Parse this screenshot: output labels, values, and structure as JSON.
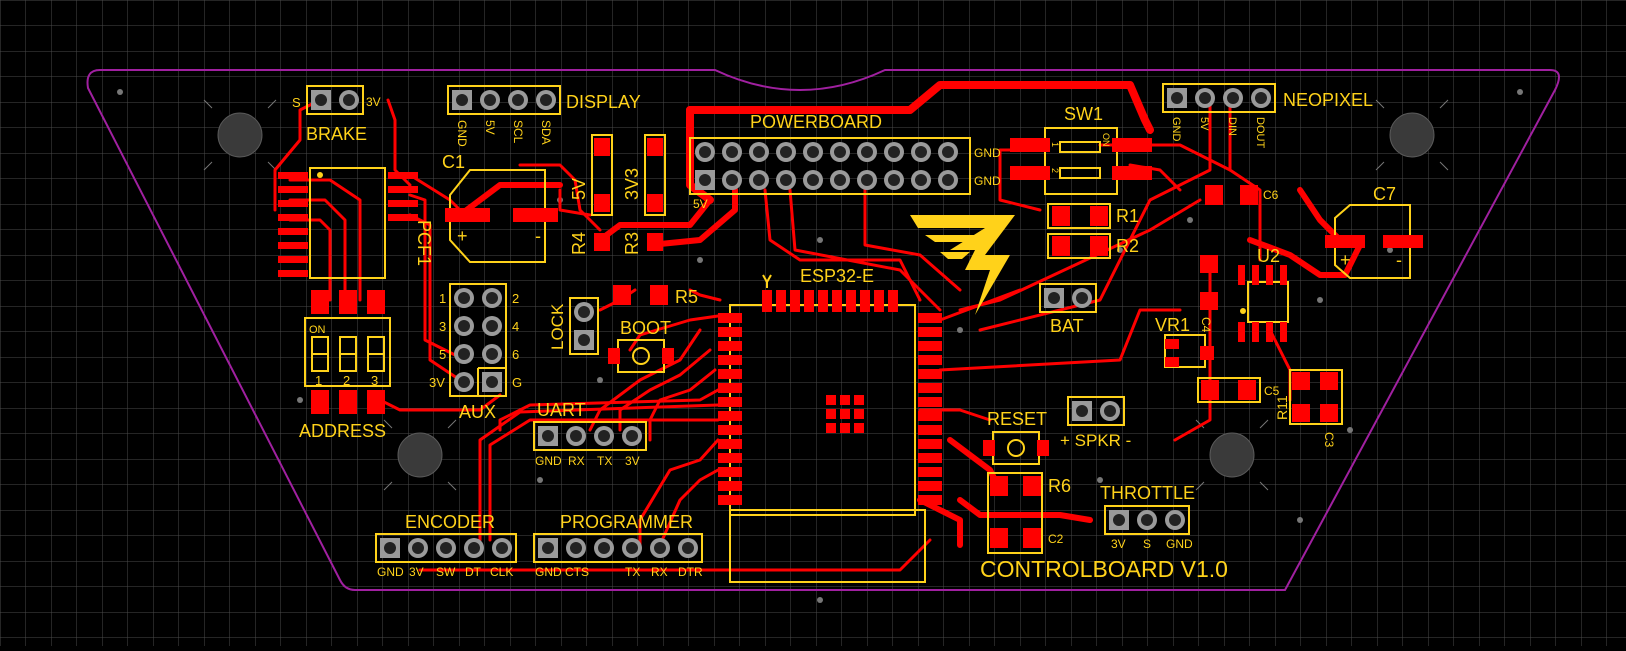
{
  "board": {
    "name": "CONTROLBOARD  V1.0",
    "colors": {
      "background": "#000000",
      "grid": "#4a4a4a",
      "copper": "#ff0000",
      "silkscreen": "#ffd21a",
      "outline": "#a020a0",
      "hole": "#3a3a3a",
      "pad": "#9a9a9a"
    }
  },
  "components": {
    "brake": {
      "ref": "BRAKE",
      "pins": [
        "S",
        "3V"
      ]
    },
    "display": {
      "ref": "DISPLAY",
      "pins": [
        "GND",
        "5V",
        "SCL",
        "SDA"
      ]
    },
    "powerboard": {
      "ref": "POWERBOARD",
      "left_label": "5V",
      "gnd_top": "GND",
      "gnd_bottom": "GND"
    },
    "sw1": {
      "ref": "SW1",
      "marks": [
        "ON",
        "1",
        "2"
      ]
    },
    "neopixel": {
      "ref": "NEOPIXEL",
      "pins": [
        "GND",
        "5V",
        "DIN",
        "DOUT"
      ]
    },
    "c1": {
      "ref": "C1"
    },
    "pcf1": {
      "ref": "PCF1"
    },
    "leds": {
      "a": "5V",
      "b": "3V3"
    },
    "r1": {
      "ref": "R1"
    },
    "r2": {
      "ref": "R2"
    },
    "r3": {
      "ref": "R3"
    },
    "r4": {
      "ref": "R4"
    },
    "r5": {
      "ref": "R5"
    },
    "r6": {
      "ref": "R6"
    },
    "r11": {
      "ref": "R11"
    },
    "c2": {
      "ref": "C2"
    },
    "c3": {
      "ref": "C3"
    },
    "c4": {
      "ref": "C4"
    },
    "c5": {
      "ref": "C5"
    },
    "c6": {
      "ref": "C6"
    },
    "c7": {
      "ref": "C7"
    },
    "u2": {
      "ref": "U2"
    },
    "vr1": {
      "ref": "VR1"
    },
    "esp32": {
      "ref": "ESP32-E"
    },
    "bat": {
      "ref": "BAT"
    },
    "lock": {
      "ref": "LOCK"
    },
    "boot": {
      "ref": "BOOT"
    },
    "reset": {
      "ref": "RESET"
    },
    "spkr": {
      "ref": "+ SPKR -"
    },
    "address": {
      "ref": "ADDRESS",
      "on": "ON",
      "pins": [
        "1",
        "2",
        "3"
      ]
    },
    "aux": {
      "ref": "AUX",
      "pins": [
        "1",
        "2",
        "3",
        "4",
        "5",
        "6",
        "3V",
        "G"
      ]
    },
    "uart": {
      "ref": "UART",
      "pins": [
        "GND",
        "RX",
        "TX",
        "3V"
      ]
    },
    "encoder": {
      "ref": "ENCODER",
      "pins": [
        "GND",
        "3V",
        "SW",
        "DT",
        "CLK"
      ]
    },
    "programmer": {
      "ref": "PROGRAMMER",
      "pins": [
        "GND",
        "CTS",
        "TX",
        "RX",
        "DTR"
      ]
    },
    "throttle": {
      "ref": "THROTTLE",
      "pins": [
        "3V",
        "S",
        "GND"
      ]
    },
    "polarity": {
      "plus": "+",
      "minus": "-"
    }
  }
}
